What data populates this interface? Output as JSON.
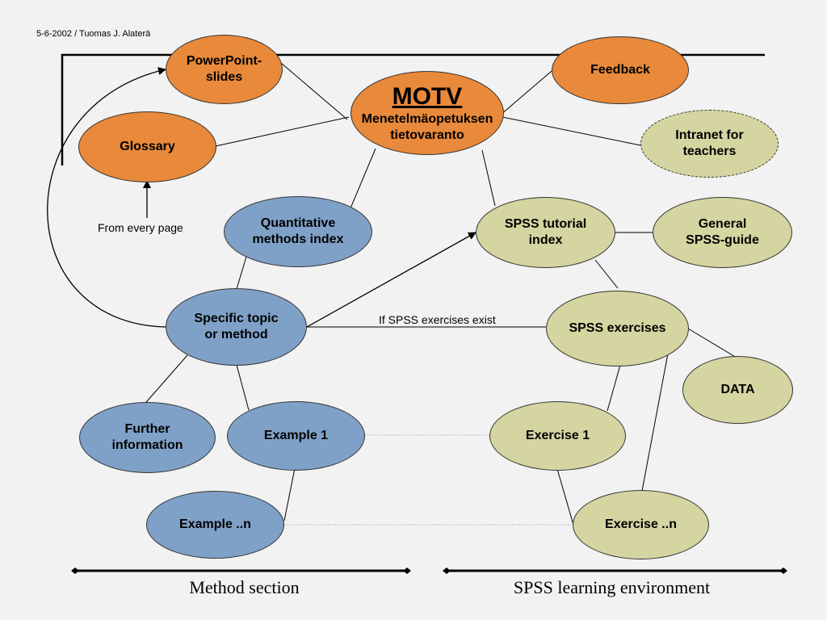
{
  "header": {
    "date_author": "5-6-2002 / Tuomas J. Alaterä"
  },
  "nodes": {
    "motv": {
      "title": "MOTV",
      "line1": "Menetelmäopetuksen",
      "line2": "tietovaranto"
    },
    "powerpoint": {
      "line1": "PowerPoint-",
      "line2": "slides"
    },
    "feedback": {
      "line1": "Feedback"
    },
    "glossary": {
      "line1": "Glossary"
    },
    "intranet": {
      "line1": "Intranet for",
      "line2": "teachers"
    },
    "quant_index": {
      "line1": "Quantitative",
      "line2": "methods index"
    },
    "spss_index": {
      "line1": "SPSS tutorial",
      "line2": "index"
    },
    "spss_guide": {
      "line1": "General",
      "line2": "SPSS-guide"
    },
    "specific_topic": {
      "line1": "Specific topic",
      "line2": "or method"
    },
    "spss_exercises": {
      "line1": "SPSS exercises"
    },
    "data": {
      "line1": "DATA"
    },
    "further_info": {
      "line1": "Further",
      "line2": "information"
    },
    "example1": {
      "line1": "Example 1"
    },
    "exercise1": {
      "line1": "Exercise 1"
    },
    "example_n": {
      "line1": "Example ..n"
    },
    "exercise_n": {
      "line1": "Exercise ..n"
    }
  },
  "captions": {
    "from_every_page": "From every page",
    "if_spss": "If SPSS exercises exist"
  },
  "footer": {
    "method_section": "Method section",
    "spss_env": "SPSS learning environment"
  },
  "colors": {
    "orange": "#e8893b",
    "blue": "#7fa1c8",
    "olive": "#d4d5a0"
  }
}
